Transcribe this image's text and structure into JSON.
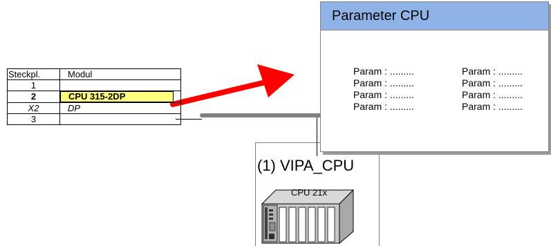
{
  "slot_table": {
    "headers": [
      "Steckpl.",
      "Modul"
    ],
    "rows": [
      {
        "slot": "1",
        "module": ""
      },
      {
        "slot": "2",
        "module": "CPU 315-2DP"
      },
      {
        "slot": "X2",
        "module": "DP"
      },
      {
        "slot": "3",
        "module": ""
      }
    ]
  },
  "param_window": {
    "title": "Parameter CPU",
    "left_params": [
      "Param : .........",
      "Param : .........",
      "Param : .........",
      "Param : ........."
    ],
    "right_params": [
      "Param : .........",
      "Param : .........",
      "Param : .........",
      "Param : ........."
    ]
  },
  "station": {
    "title": "(1) VIPA_CPU",
    "cpu_label": "CPU 21x"
  },
  "colors": {
    "arrow": "#ff0000",
    "header_bg": "#8fb3e8",
    "highlight": "#ffff80",
    "bus_line": "#808080"
  }
}
